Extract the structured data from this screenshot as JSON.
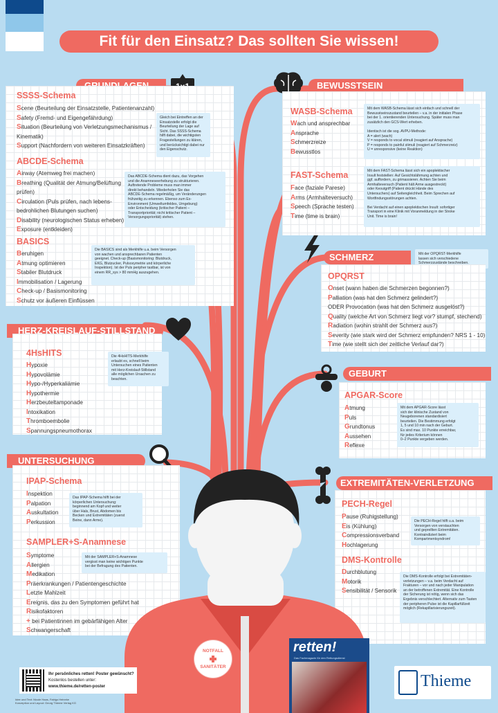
{
  "title": "Fit für den Einsatz? Das sollten Sie wissen!",
  "colors": {
    "accent": "#ef6a61",
    "background": "#b9dcf1",
    "note": "#dbeffb",
    "brand": "#0e4a8c"
  },
  "grundlagen": {
    "heading": "GRUNDLAGEN",
    "icon_label": "1x1",
    "ssss": {
      "title": "SSSS-Schema",
      "items": [
        {
          "f": "S",
          "r": "cene (Beurteilung der Einsatzstelle, Patientenanzahl)"
        },
        {
          "f": "S",
          "r": "afety (Fremd- und Eigengefährdung)"
        },
        {
          "f": "S",
          "r": "ituation (Beurteilung von Verletzungsmechanismus /"
        },
        {
          "f": "",
          "r": "Kinematik)"
        },
        {
          "f": "S",
          "r": "upport (Nachfordern von weiteren Einsatzkräften)"
        }
      ],
      "note": [
        "Gleich bei Eintreffen an der",
        "Einsatzstelle erfolgt die",
        "Beurteilung der Lage auf",
        "Sicht. Das SSSS-Schema",
        "hilft dabei, die wichtigsten",
        "Fragestellungen zu klären,",
        "und berücksichtigt dabei nur",
        "den Eigenschutz."
      ]
    },
    "abcde": {
      "title": "ABCDE-Schema",
      "items": [
        {
          "f": "A",
          "r": "irway (Atemweg frei machen)"
        },
        {
          "f": "B",
          "r": "reathing (Qualität der Atmung/Belüftung"
        },
        {
          "f": "",
          "r": "prüfen)"
        },
        {
          "f": "C",
          "r": "irculation (Puls prüfen, nach lebens-"
        },
        {
          "f": "",
          "r": "bedrohlichen Blutungen suchen)"
        },
        {
          "f": "D",
          "r": "isability (neurologischen Status erheben)"
        },
        {
          "f": "E",
          "r": "xposure (entkleiden)"
        }
      ],
      "note": [
        "Das ABCDE-Schema dient dazu, das Vorgehen",
        "und die Anamneseerhebung zu strukturieren.",
        "Auftretende Probleme muss man immer",
        "direkt behandeln. Wiederholen Sie das",
        "ABCDE-Schema regelmäßig, um Veränderungen",
        "frühzeitig zu erkennen. Ebenso zum Ex-",
        "Environment (Umweltumfeldes, Umgebung)",
        "oder Entscheidung (kritischer Patient –",
        "Transportpriorität; nicht kritischer Patient –",
        "Versorgungspriorität) stehen."
      ]
    },
    "basics": {
      "title": "BASICS",
      "items": [
        {
          "f": "B",
          "r": "eruhigen"
        },
        {
          "f": "A",
          "r": "tmung optimieren"
        },
        {
          "f": "S",
          "r": "tabiler Blutdruck"
        },
        {
          "f": "I",
          "r": "mmobilisation / Lagerung"
        },
        {
          "f": "C",
          "r": "heck-up / Basismonitoring"
        },
        {
          "f": "S",
          "r": "chutz vor äußeren Einflüssen"
        }
      ],
      "note": [
        "Die BASICS sind als Merkhilfe u.a. beim Versorgen",
        "von wachen und ansprechbaren Patienten",
        "geeignet. Check-up (Basismonitoring: Blutdruck,",
        "EKG, Blutzucker, Pulsoxymetrie und körperliche",
        "Inspektion). Ist der Puls peripher tastbar, ist von",
        "einem RR_sys > 80 mmHg auszugehen."
      ]
    }
  },
  "hkl": {
    "heading": "HERZ-KREISLAUF-STILLSTAND",
    "title": "4HsHITS",
    "items": [
      {
        "f": "H",
        "r": "ypoxie"
      },
      {
        "f": "H",
        "r": "ypovolämie"
      },
      {
        "f": "H",
        "r": "ypo-/Hyperkaliämie"
      },
      {
        "f": "H",
        "r": "ypothermie"
      },
      {
        "f": "H",
        "r": "erzbeuteltamponade"
      },
      {
        "f": "I",
        "r": "ntoxikation"
      },
      {
        "f": "T",
        "r": "hromboembolie"
      },
      {
        "f": "S",
        "r": "pannungspneumothorax"
      }
    ],
    "note": [
      "Die 4HsHITS-Merkhilfe",
      "erlaubt es, schnell beim",
      "Untersuchen eines Patienten",
      "mit Herz-Kreislauf-Stillstand",
      "alle möglichen Ursachen zu",
      "beachten."
    ]
  },
  "untersuchung": {
    "heading": "UNTERSUCHUNG",
    "ipap": {
      "title": "IPAP-Schema",
      "items": [
        {
          "f": "I",
          "r": "nspektion"
        },
        {
          "f": "P",
          "r": "alpation"
        },
        {
          "f": "A",
          "r": "uskultation"
        },
        {
          "f": "P",
          "r": "erkussion"
        }
      ],
      "note": [
        "Das IPAP-Schema hilft bei der",
        "körperlichen Untersuchung:",
        "beginnend am Kopf und weiter",
        "über Hals, Brust, Abdomen bis",
        "Becken und Extremitäten (zuerst",
        "Beine, dann Arme)."
      ]
    },
    "sampler": {
      "title": "SAMPLER+S-Anamnese",
      "items": [
        {
          "f": "S",
          "r": "ymptome"
        },
        {
          "f": "A",
          "r": "llergien"
        },
        {
          "f": "M",
          "r": "edikation"
        },
        {
          "f": "P",
          "r": "räerkrankungen / Patientengeschichte"
        },
        {
          "f": "L",
          "r": "etzte Mahlzeit"
        },
        {
          "f": "E",
          "r": "reignis, das zu den Symptomen geführt hat"
        },
        {
          "f": "R",
          "r": "isikofaktoren"
        },
        {
          "f": "+",
          "r": " bei Patientinnen im gebärfähigen Alter"
        },
        {
          "f": "S",
          "r": "chwangerschaft"
        }
      ],
      "note": [
        "Mit der SAMPLER+S-Anamnese",
        "vergisst man keine wichtigen Punkte",
        "bei der Befragung des Patienten."
      ]
    }
  },
  "bewusstsein": {
    "heading": "BEWUSSTSEIN",
    "wasb": {
      "title": "WASB-Schema",
      "items": [
        {
          "f": "W",
          "r": "ach und ansprechbar"
        },
        {
          "f": "A",
          "r": "nsprache"
        },
        {
          "f": "S",
          "r": "chmerzreize"
        },
        {
          "f": "B",
          "r": "ewusstlos"
        }
      ],
      "note": [
        "Mit dem WASB-Schema lässt sich einfach und schnell der",
        "Bewusstseinszustand beurteilen – v.a. in der initialen Phase",
        "bei der 1. orientierenden Untersuchung. Später muss man",
        "zusätzlich den GCS-Wert erheben.",
        "",
        "Identisch ist die sog. AVPU-Methode:",
        "A = alert (wach)",
        "V = responds to vocal stimuli (reagiert auf Ansprache)",
        "P = responds to painful stimuli (reagiert auf Schmerzreiz)",
        "U = unresponsive (keine Reaktion)"
      ]
    },
    "fast": {
      "title": "FAST-Schema",
      "items": [
        {
          "f": "F",
          "r": "ace (faziale Parese)"
        },
        {
          "f": "A",
          "r": "rms (Armhalteversuch)"
        },
        {
          "f": "S",
          "r": "peech (Sprache testen)"
        },
        {
          "f": "T",
          "r": "ime (time is brain)"
        }
      ],
      "note": [
        "Mit dem FAST-Schema lässt sich ein apoplektischer",
        "Insult feststellen: Auf Gesichtslähmung achten und",
        "ggf. auffordern, zu grimassieren. Achten Sie beim",
        "Armhalteversuch (Patient hält Arme ausgestreckt)",
        "oder Keoutgriff (Patient drückt Hände des",
        "Untersuchers) auf Seitengleichheit. Beim Sprechen auf",
        "Wortfindungsstörungen achten.",
        "",
        "Bei Verdacht auf einen apoplektischen Insult: sofortiger",
        "Transport in eine Klinik mit Voranmeldung in der Stroke",
        "Unit. Time is brain!"
      ]
    }
  },
  "schmerz": {
    "heading": "SCHMERZ",
    "title": "OPQRST",
    "items": [
      {
        "f": "O",
        "r": "nset (wann haben die Schmerzen begonnen?)"
      },
      {
        "f": "P",
        "r": "alliation (was hat den Schmerz gelindert?)"
      },
      {
        "f": "",
        "r": "     ODER Provocation (was hat den Schmerz ausgelöst?)"
      },
      {
        "f": "Q",
        "r": "uality (welche Art von Schmerz liegt vor? stumpf, stechend)"
      },
      {
        "f": "R",
        "r": "adiation (wohin strahlt der Schmerz aus?)"
      },
      {
        "f": "S",
        "r": "everity (wie stark wird der Schmerz empfunden? NRS 1 - 10)"
      },
      {
        "f": "T",
        "r": "ime (wie stellt sich der zeitliche Verlauf dar?)"
      }
    ],
    "note": [
      "Mit der OPQRST-Merkhilfe",
      "lassen sich verschiedene",
      "Schmerzzustände beschreiben."
    ]
  },
  "geburt": {
    "heading": "GEBURT",
    "title": "APGAR-Score",
    "items": [
      {
        "f": "A",
        "r": "tmung"
      },
      {
        "f": "P",
        "r": "uls"
      },
      {
        "f": "G",
        "r": "rundtonus"
      },
      {
        "f": "A",
        "r": "ussehen"
      },
      {
        "f": "R",
        "r": "eflexe"
      }
    ],
    "note": [
      "Mit dem APGAR-Score lässt",
      "sich der klinische Zustand von",
      "Neugeborenen standardisiert",
      "beurteilen. Die Bestimmung erfolgt",
      "1, 5 und 10 min nach der Geburt.",
      "Es sind max. 10 Punkte erreichbar,",
      "für jedes Kriterium können",
      "0–2 Punkte vergeben werden."
    ]
  },
  "extremitaeten": {
    "heading": "EXTREMITÄTEN-VERLETZUNG",
    "pech": {
      "title": "PECH-Regel",
      "items": [
        {
          "f": "P",
          "r": "ause (Ruhigstellung)"
        },
        {
          "f": "E",
          "r": "is (Kühlung)"
        },
        {
          "f": "C",
          "r": "ompressionsverband"
        },
        {
          "f": "H",
          "r": "ochlagerung"
        }
      ],
      "note": [
        "Die PECH-Regel hilft u.a. beim",
        "Versorgen von verstauchten",
        "und geprellten Extremitäten.",
        "Kontraindiziert beim",
        "Kompartmentsyndrom!"
      ]
    },
    "dms": {
      "title": "DMS-Kontrolle",
      "items": [
        {
          "f": "D",
          "r": "urchblutung"
        },
        {
          "f": "M",
          "r": "otorik"
        },
        {
          "f": "S",
          "r": "ensibilität / Sensorik"
        }
      ],
      "note": [
        "Die DMS-Kontrolle erfolgt bei Extremitäten-",
        "verletzungen – v.a. beim Verdacht auf",
        "Frakturen – vor und nach jeder Manipulation",
        "an der betroffenen Extremität. Eine Kontrolle",
        "der Sicherung ist nötig, wenn sich das",
        "Ergebnis verschlechtert. Alternativ zum Tasten",
        "der peripheren Pulse ist die Kapillarfüllzeit",
        "möglich (Rekapillarisierungszeit)."
      ]
    }
  },
  "badge": {
    "top": "NOTFALL",
    "bottom": "SANITÄTER"
  },
  "footer": {
    "line1": "Ihr persönliches retten! Poster gewünscht?",
    "line2": "Kostenlos bestellen unter:",
    "line3": "www.thieme.de/retten-poster"
  },
  "credits": [
    "Idee und Text: Nicole Haas, Fabigo Heineke",
    "Konzeption und Layout: Georg Thieme Verlag KG"
  ],
  "magazine": {
    "title": "retten!",
    "subtitle": "Das Fachmagazin für den Rettungsdienst"
  },
  "brand": "Thieme"
}
